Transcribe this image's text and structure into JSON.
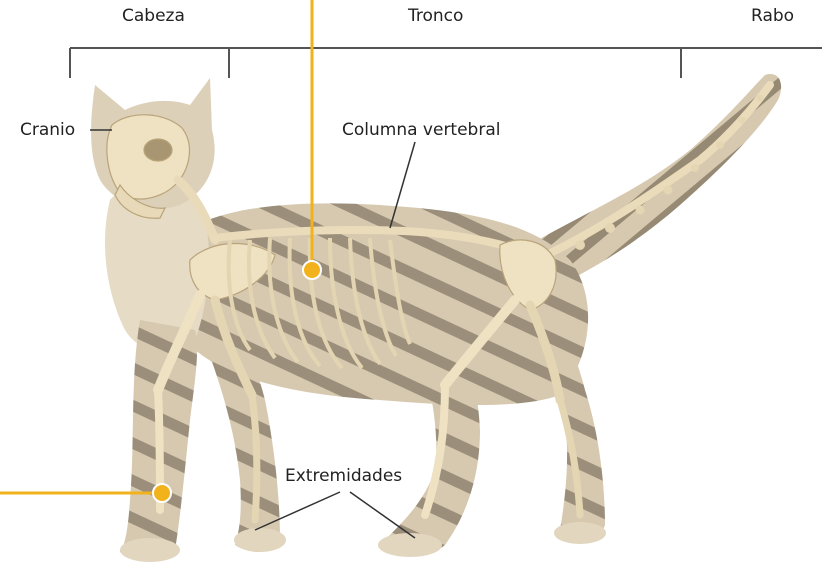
{
  "regions": {
    "head": "Cabeza",
    "trunk": "Tronco",
    "tail": "Rabo"
  },
  "labels": {
    "skull": "Cranio",
    "spine": "Columna vertebral",
    "limbs": "Extremidades"
  },
  "colors": {
    "fur_base": "#d9ccb4",
    "fur_stripe": "#8f8370",
    "bone": "#efe2c2",
    "bone_shadow": "#c7b48c",
    "callout": "#f2b21b",
    "bracket": "#555555",
    "text": "#222222"
  }
}
